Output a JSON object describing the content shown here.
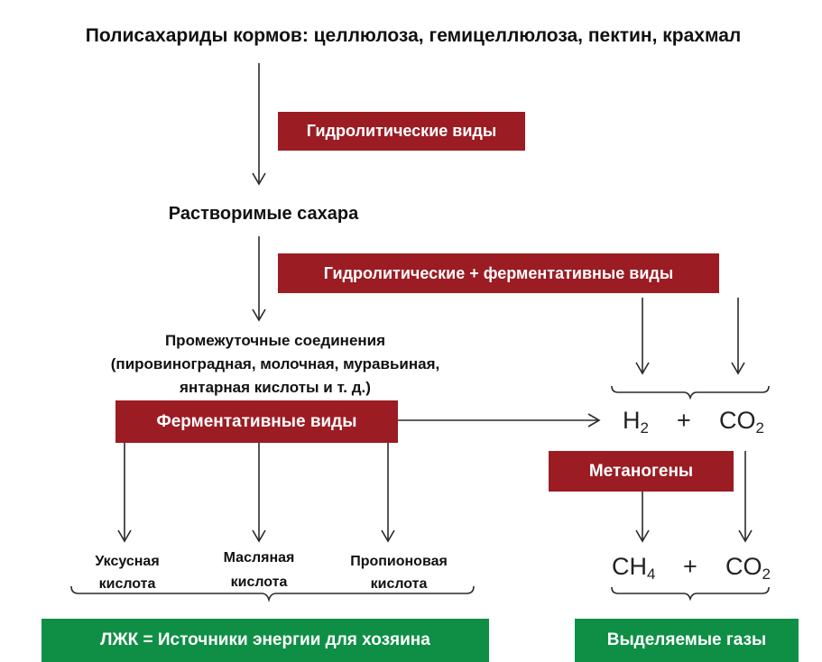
{
  "title": "Полисахариды кормов: целлюлоза, гемицеллюлоза, пектин, крахмал",
  "boxes": {
    "hydrolytic": "Гидролитические виды",
    "hydrolytic_fermentative": "Гидролитические + ферментативные виды",
    "fermentative": "Ферментативные виды",
    "methanogens": "Метаногены",
    "vfa_energy": "ЛЖК = Источники энергии для хозяина",
    "released_gases": "Выделяемые газы"
  },
  "nodes": {
    "soluble_sugars": "Растворимые сахара",
    "intermediates": {
      "line1": "Промежуточные соединения",
      "line2": "(пировиноградная, молочная, муравьиная,",
      "line3": "янтарная кислоты и т. д.)"
    },
    "acids": [
      {
        "line1": "Уксусная",
        "line2": "кислота"
      },
      {
        "line1": "Масляная",
        "line2": "кислота"
      },
      {
        "line1": "Пропионовая",
        "line2": "кислота"
      }
    ]
  },
  "gases": {
    "h2": {
      "symbol": "H",
      "sub": "2"
    },
    "co2_top": {
      "symbol": "CO",
      "sub": "2"
    },
    "ch4": {
      "symbol": "CH",
      "sub": "4"
    },
    "co2_bottom": {
      "symbol": "CO",
      "sub": "2"
    },
    "plus": "+"
  },
  "colors": {
    "red_box": "#9b1c23",
    "green_box": "#0e8f45",
    "line": "#2a2a2a"
  }
}
